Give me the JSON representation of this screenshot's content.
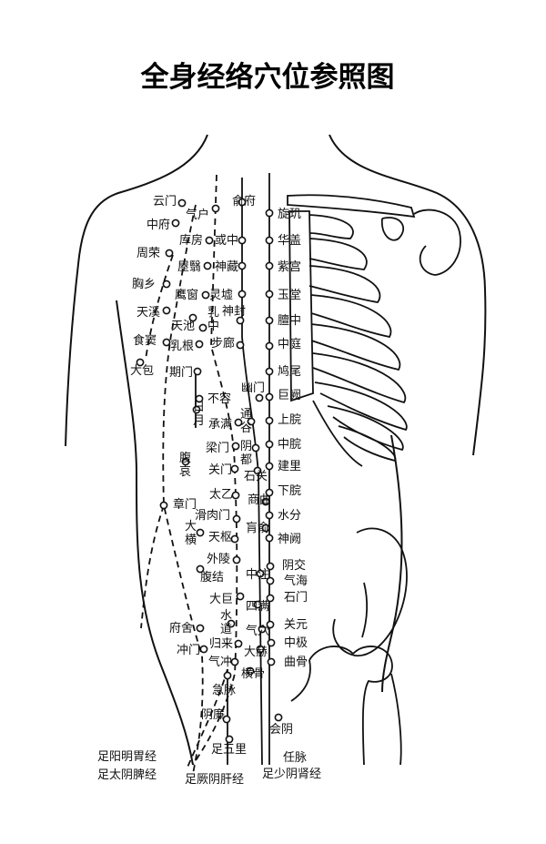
{
  "title": "全身经络穴位参照图",
  "points": [
    {
      "id": "yunmen",
      "label": "云门"
    },
    {
      "id": "qihu",
      "label": "气户"
    },
    {
      "id": "zhongfu",
      "label": "中府"
    },
    {
      "id": "shufu",
      "label": "俞府"
    },
    {
      "id": "xuanji",
      "label": "旋玑"
    },
    {
      "id": "kufang",
      "label": "库房"
    },
    {
      "id": "yuzhong",
      "label": "或中"
    },
    {
      "id": "huagai",
      "label": "华盖"
    },
    {
      "id": "zhourong",
      "label": "周荣"
    },
    {
      "id": "wuyi",
      "label": "屋翳"
    },
    {
      "id": "shencang",
      "label": "神藏"
    },
    {
      "id": "zigong",
      "label": "紫宫"
    },
    {
      "id": "xiongxiang",
      "label": "胸乡"
    },
    {
      "id": "yingchuang",
      "label": "鹰窗"
    },
    {
      "id": "lingxu",
      "label": "灵墟"
    },
    {
      "id": "yutang",
      "label": "玉堂"
    },
    {
      "id": "tianxi",
      "label": "天溪"
    },
    {
      "id": "shenfeng",
      "label": "神封"
    },
    {
      "id": "tianchi",
      "label": "天池"
    },
    {
      "id": "ruzhong",
      "label": "乳中"
    },
    {
      "id": "danzhong",
      "label": "膻中"
    },
    {
      "id": "shidou",
      "label": "食窦"
    },
    {
      "id": "rugen",
      "label": "乳根"
    },
    {
      "id": "bulang",
      "label": "步廊"
    },
    {
      "id": "zhongting",
      "label": "中庭"
    },
    {
      "id": "dabao",
      "label": "大包"
    },
    {
      "id": "qimen",
      "label": "期门"
    },
    {
      "id": "jiuwei",
      "label": "鸠尾"
    },
    {
      "id": "youmen",
      "label": "幽门"
    },
    {
      "id": "burong",
      "label": "不容"
    },
    {
      "id": "juque",
      "label": "巨阙"
    },
    {
      "id": "riyue",
      "label": "日月"
    },
    {
      "id": "tonggu",
      "label": "通谷"
    },
    {
      "id": "chengman",
      "label": "承满"
    },
    {
      "id": "shangwan",
      "label": "上脘"
    },
    {
      "id": "liangmen",
      "label": "梁门"
    },
    {
      "id": "yindu",
      "label": "阴都"
    },
    {
      "id": "zhongwan",
      "label": "中脘"
    },
    {
      "id": "fuai",
      "label": "腹哀"
    },
    {
      "id": "guanmen",
      "label": "关门"
    },
    {
      "id": "shiguan",
      "label": "石关"
    },
    {
      "id": "jianli",
      "label": "建里"
    },
    {
      "id": "taiyi",
      "label": "太乙"
    },
    {
      "id": "shangqu",
      "label": "商曲"
    },
    {
      "id": "xiawan",
      "label": "下脘"
    },
    {
      "id": "zhangmen",
      "label": "章门"
    },
    {
      "id": "huaroumen",
      "label": "滑肉门"
    },
    {
      "id": "huangshu",
      "label": "肓俞"
    },
    {
      "id": "shuifen",
      "label": "水分"
    },
    {
      "id": "daheng",
      "label": "大横"
    },
    {
      "id": "tianshu",
      "label": "天枢"
    },
    {
      "id": "shenque",
      "label": "神阙"
    },
    {
      "id": "wailing",
      "label": "外陵"
    },
    {
      "id": "yinjiao",
      "label": "阴交"
    },
    {
      "id": "fujie",
      "label": "腹结"
    },
    {
      "id": "zhongzhu",
      "label": "中注"
    },
    {
      "id": "qihai",
      "label": "气海"
    },
    {
      "id": "shimen",
      "label": "石门"
    },
    {
      "id": "daju",
      "label": "大巨"
    },
    {
      "id": "siman",
      "label": "四满"
    },
    {
      "id": "shuidao",
      "label": "水道"
    },
    {
      "id": "guanyuan",
      "label": "关元"
    },
    {
      "id": "fushe",
      "label": "府舍"
    },
    {
      "id": "qixue",
      "label": "气穴"
    },
    {
      "id": "zhongji",
      "label": "中极"
    },
    {
      "id": "guilai",
      "label": "归来"
    },
    {
      "id": "chongmen",
      "label": "冲门"
    },
    {
      "id": "dahe",
      "label": "大赫"
    },
    {
      "id": "qichong",
      "label": "气冲"
    },
    {
      "id": "qugu",
      "label": "曲骨"
    },
    {
      "id": "henggu",
      "label": "横骨"
    },
    {
      "id": "jimai",
      "label": "急脉"
    },
    {
      "id": "yinlian",
      "label": "阴廉"
    },
    {
      "id": "huiyin",
      "label": "会阴"
    },
    {
      "id": "zuwuli",
      "label": "足五里"
    }
  ],
  "legend": {
    "stomach": "足阳明胃经",
    "spleen": "足太阴脾经",
    "liver": "足厥阴肝经",
    "conception": "任脉",
    "kidney": "足少阴肾经"
  }
}
